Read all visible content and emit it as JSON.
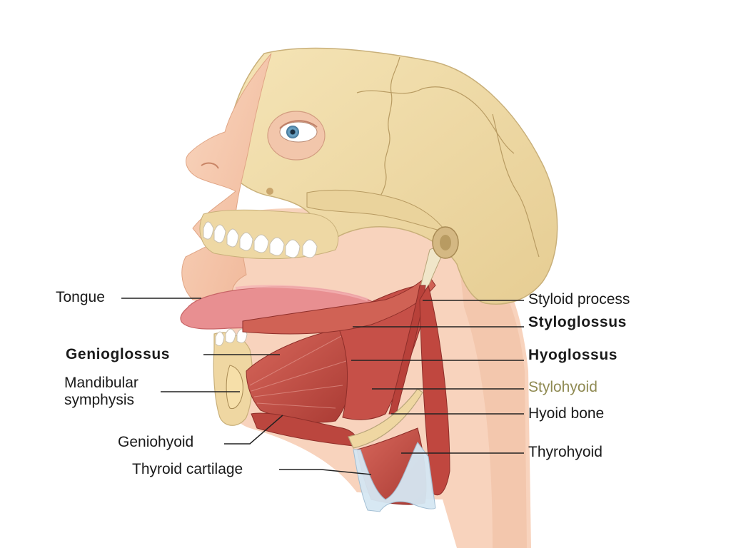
{
  "figure": {
    "labels": {
      "tongue": "Tongue",
      "genioglossus": "Genioglossus",
      "mandibular_symphysis": "Mandibular\nsymphysis",
      "geniohyoid": "Geniohyoid",
      "thyroid_cartilage": "Thyroid cartilage",
      "styloid_process": "Styloid process",
      "styloglossus": "Styloglossus",
      "hyoglossus": "Hyoglossus",
      "stylohyoid": "Stylohyoid",
      "hyoid_bone": "Hyoid bone",
      "thyrohyoid": "Thyrohyoid"
    },
    "colors": {
      "skull": "#efd9a6",
      "skin": "#f6c9ad",
      "muscle": "#c9544a",
      "tongue": "#e98f91",
      "cartilage": "#cfe3f2",
      "label_text": "#1a1a1a",
      "stylohyoid_label": "#8f8a52"
    }
  }
}
